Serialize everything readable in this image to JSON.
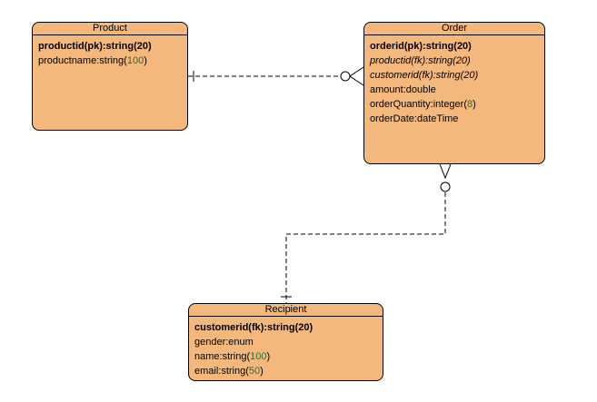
{
  "entities": {
    "product": {
      "title": "Product",
      "attrs": [
        {
          "text": "productid(pk):string(20)",
          "kind": "pk"
        },
        {
          "text": "productname:string(100)",
          "kind": "plain"
        }
      ]
    },
    "order": {
      "title": "Order",
      "attrs": [
        {
          "text": "orderid(pk):string(20)",
          "kind": "pk"
        },
        {
          "text": "productid(fk):string(20)",
          "kind": "fk"
        },
        {
          "text": "customerid(fk):string(20)",
          "kind": "fk"
        },
        {
          "text": "amount:double",
          "kind": "plain"
        },
        {
          "text": "orderQuantity:integer(8)",
          "kind": "plain"
        },
        {
          "text": "orderDate:dateTime",
          "kind": "plain"
        }
      ]
    },
    "recipient": {
      "title": "Recipient",
      "attrs": [
        {
          "text": "customerid(fk):string(20)",
          "kind": "pkfk"
        },
        {
          "text": "gender:enum",
          "kind": "plain"
        },
        {
          "text": "name:string(100)",
          "kind": "plain"
        },
        {
          "text": "email:string(50)",
          "kind": "plain"
        }
      ]
    }
  },
  "relationships": [
    {
      "from": "product",
      "to": "order",
      "from_card": "one",
      "to_card": "zero-or-many",
      "style": "dashed"
    },
    {
      "from": "order",
      "to": "recipient",
      "from_card": "zero-or-many",
      "to_card": "one",
      "style": "dashed"
    }
  ],
  "colors": {
    "entity_fill": "#f5b87c",
    "stroke": "#000000",
    "number_highlight": "#2f6b2f"
  }
}
